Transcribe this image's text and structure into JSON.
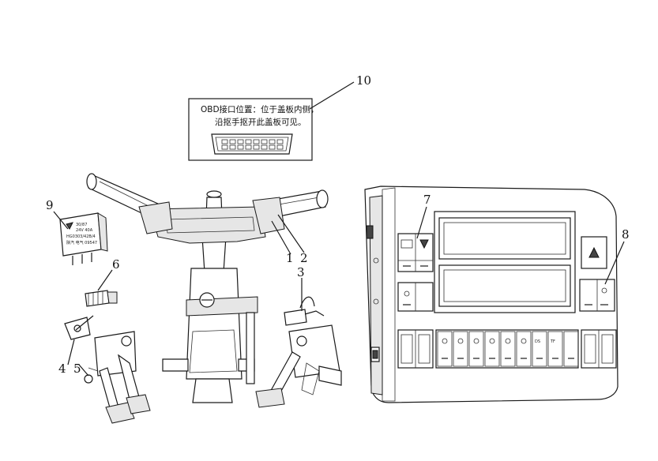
{
  "callouts": {
    "c1": "1",
    "c2": "2",
    "c3": "3",
    "c4": "4",
    "c5": "5",
    "c6": "6",
    "c7": "7",
    "c8": "8",
    "c9": "9",
    "c10": "10"
  },
  "obd_note": {
    "line1": "OBD接口位置：位于盖板内侧，",
    "line2": "沿抠手抠开此盖板可见。"
  },
  "relay_label": {
    "line1": "30/87",
    "line2": "24V 40A",
    "line3": "HG0303/42B/4",
    "line4": "陕汽 电气 09547"
  },
  "switch_labels": {
    "s1": "DS",
    "s2": "TF"
  }
}
